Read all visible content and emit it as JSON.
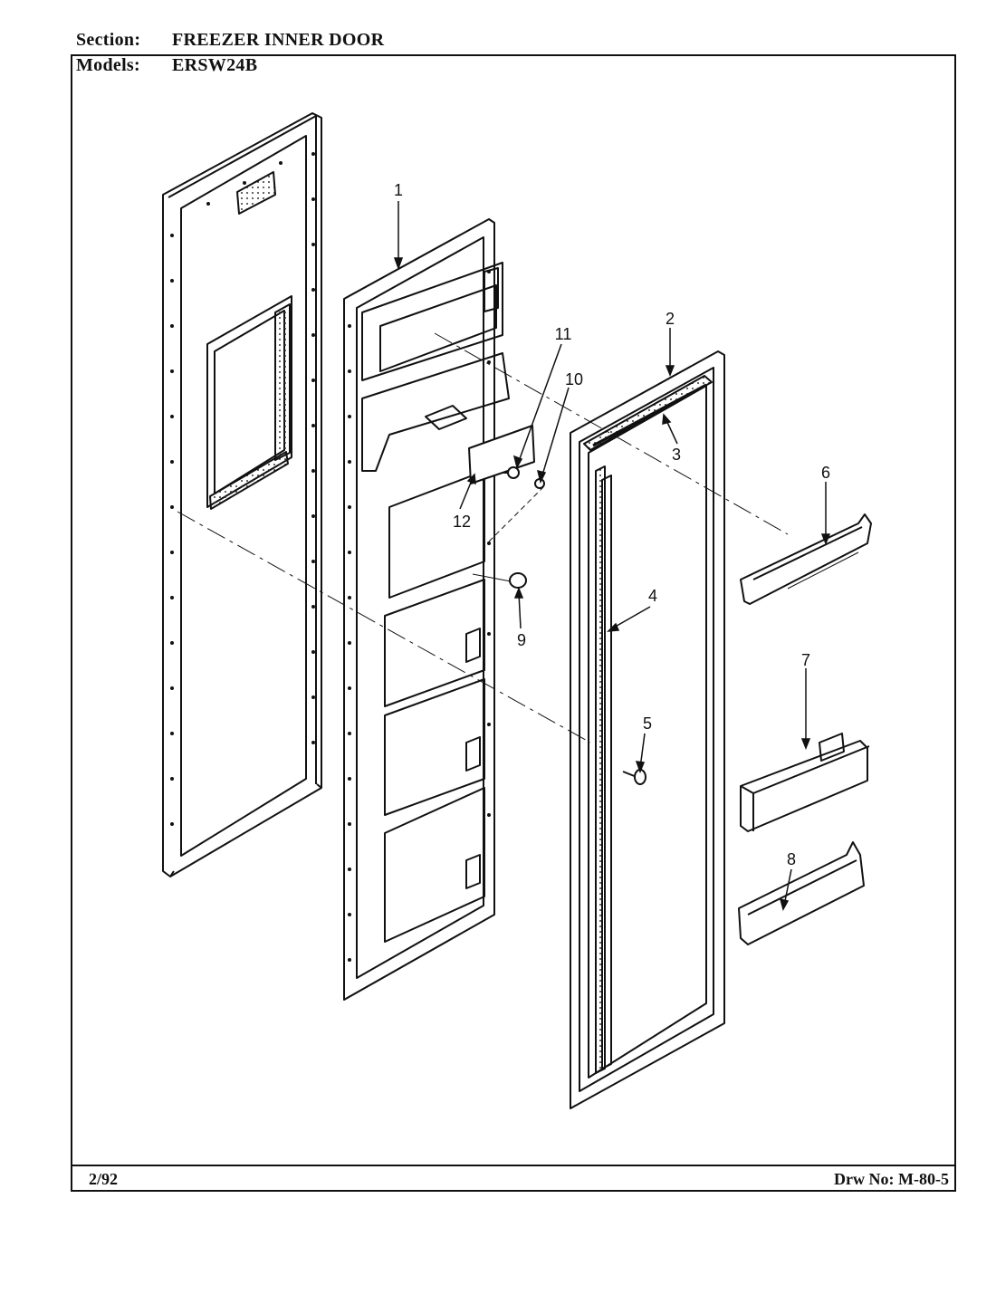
{
  "header": {
    "section_label": "Section:",
    "section_value": "FREEZER INNER DOOR",
    "models_label": "Models:",
    "models_value": "ERSW24B"
  },
  "footer": {
    "date": "2/92",
    "drawing_number": "Drw No: M-80-5"
  },
  "callouts": {
    "c1": "1",
    "c2": "2",
    "c3": "3",
    "c4": "4",
    "c5": "5",
    "c6": "6",
    "c7": "7",
    "c8": "8",
    "c9": "9",
    "c10": "10",
    "c11": "11",
    "c12": "12"
  }
}
